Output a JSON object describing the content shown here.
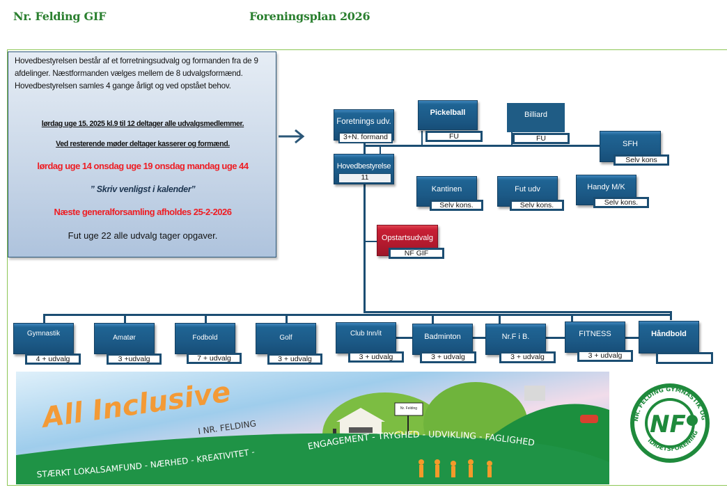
{
  "header": {
    "club_name": "Nr. Felding GIF",
    "plan_title": "Foreningsplan 2026"
  },
  "info_box": {
    "paragraph": "Hovedbestyrelsen består af et forretningsudvalg og formanden fra de 9 afdelinger. Næstformanden  vælges mellem de 8 udvalgsformænd.  Hovedbestyrelsen samles 4 gange årligt og ved opstået behov.",
    "line_members": "lørdag uge 15.  2025 kl.9 til 12 deltager alle udvalgsmedlemmer.",
    "line_rest": "Ved resterende  møder deltager  kasserer og formænd.",
    "line_dates": "lørdag uge 14 onsdag uge 19  onsdag mandag uge 44",
    "line_calendar": "” Skriv venligst i kalender”",
    "line_general": "Næste generalforsamling afholdes 25-2-2026",
    "line_fut": "Fut uge 22 alle udvalg tager opgaver."
  },
  "org_chart": {
    "colors": {
      "box": "#1c5a87",
      "box_red": "#b31a2e",
      "connector": "#1b4d72",
      "frame": "#8cc654",
      "title": "#2a7f2f"
    },
    "top_units": [
      {
        "name": "Foretnings udv.",
        "tag": "3+N. formand"
      },
      {
        "name": "Pickelball",
        "tag": "FU"
      },
      {
        "name": "Billiard",
        "tag": "FU"
      },
      {
        "name": "SFH",
        "tag": "Selv kons"
      }
    ],
    "board": {
      "name": "Hovedbestyrelse",
      "tag": "11"
    },
    "self_units": [
      {
        "name": "Kantinen",
        "tag": "Selv kons."
      },
      {
        "name": "Fut udv",
        "tag": "Selv kons."
      },
      {
        "name": "Handy M/K",
        "tag": "Selv kons."
      }
    ],
    "startup": {
      "name": "Opstartsudvalg",
      "tag": "NF GIF"
    },
    "departments": [
      {
        "name": "Gymnastik",
        "tag": "4 + udvalg"
      },
      {
        "name": "Amatør",
        "tag": "3 +udvalg"
      },
      {
        "name": "Fodbold",
        "tag": "7 + udvalg"
      },
      {
        "name": "Golf",
        "tag": "3 + udvalg"
      },
      {
        "name": "Club Inn/it",
        "tag": "3 + udvalg"
      },
      {
        "name": "Badminton",
        "tag": "3 + udvalg"
      },
      {
        "name": "Nr.F i B.",
        "tag": "3 + udvalg"
      },
      {
        "name": "FITNESS",
        "tag": "3 + udvalg"
      },
      {
        "name": "Håndbold",
        "tag": ""
      }
    ]
  },
  "banner": {
    "headline": "All Inclusive",
    "subline": "I NR. FELDING",
    "sign_text": "Nr. Felding",
    "slogan_lower": "STÆRKT LOKALSAMFUND - NÆRHED - KREATIVITET -",
    "slogan_upper": "ENGAGEMENT - TRYGHED - UDVIKLING - FAGLIGHED"
  },
  "logo": {
    "initials": "NF",
    "ring_top": "NR. FELDING GYMNASTIK OG",
    "ring_bottom": "IDRÆTSFORENING"
  }
}
